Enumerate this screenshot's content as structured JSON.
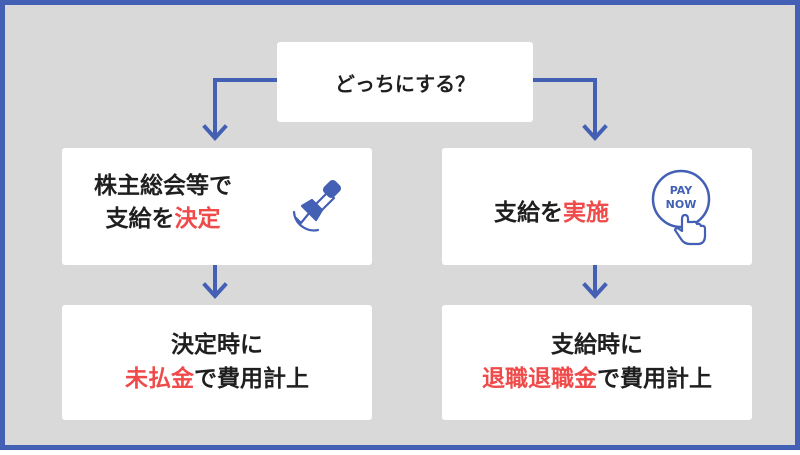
{
  "top": {
    "label": "どっちにする？"
  },
  "left_step1": {
    "line1": "株主総会等で",
    "line2_plain": "支給を",
    "line2_red": "決定"
  },
  "left_step2": {
    "line1": "決定時に",
    "line2_red": "未払金",
    "line2_plain": "で費用計上"
  },
  "right_step1": {
    "plain": "支給を",
    "red": "実施"
  },
  "right_step2": {
    "line1": "支給時に",
    "line2_red": "退職退職金",
    "line2_plain": "で費用計上"
  },
  "pay_button": {
    "line1": "PAY",
    "line2": "NOW"
  },
  "colors": {
    "accent": "#4460b4",
    "highlight": "#ef4b4b",
    "background": "#d9d9d9"
  },
  "icons": [
    "stamp-icon",
    "pay-now-icon"
  ]
}
